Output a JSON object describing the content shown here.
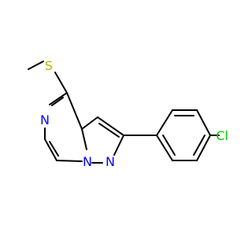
{
  "molecule": {
    "atoms": {
      "sulfur": "S",
      "nitrogen_pyrazine": "N",
      "nitrogen_bridge": "N",
      "nitrogen_pyrazole": "N",
      "chlorine": "Cl"
    },
    "colors": {
      "bond": "#000000",
      "sulfur": "#b2b200",
      "nitrogen": "#0000ff",
      "chlorine": "#00cc00"
    }
  }
}
